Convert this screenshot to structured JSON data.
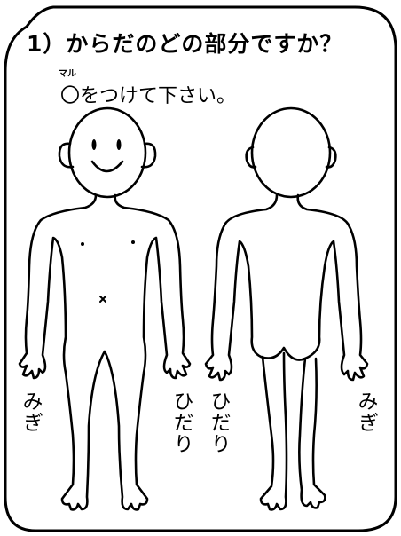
{
  "title": "1）からだのどの部分ですか？",
  "instruction": {
    "ruby": "マル",
    "text": "〇をつけて下さい。"
  },
  "labels": {
    "front_right_side": "みぎ",
    "front_left_side": "ひだり",
    "back_left_side": "ひだり",
    "back_right_side": "みぎ"
  }
}
